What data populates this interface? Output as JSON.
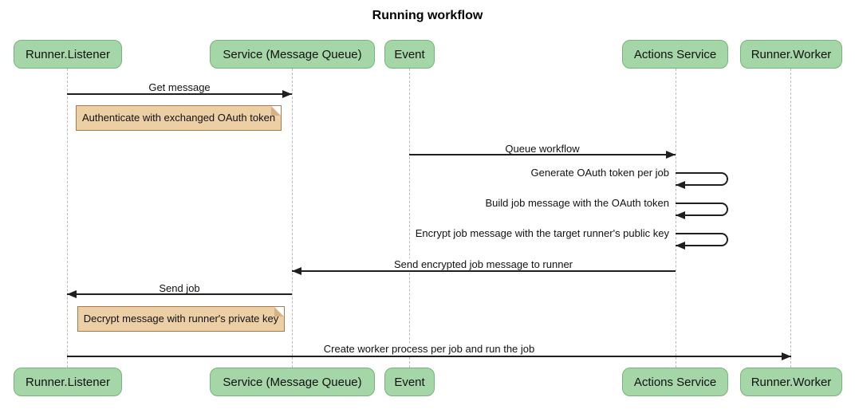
{
  "title": "Running workflow",
  "actors": [
    {
      "id": "runner-listener",
      "label": "Runner.Listener"
    },
    {
      "id": "service-message-queue",
      "label": "Service (Message Queue)"
    },
    {
      "id": "event",
      "label": "Event"
    },
    {
      "id": "actions-service",
      "label": "Actions Service"
    },
    {
      "id": "runner-worker",
      "label": "Runner.Worker"
    }
  ],
  "messages": [
    {
      "text": "Get message",
      "from": "Runner.Listener",
      "to": "Service (Message Queue)",
      "type": "arrow-right"
    },
    {
      "text": "Queue workflow",
      "from": "Event",
      "to": "Actions Service",
      "type": "arrow-right"
    },
    {
      "text": "Generate OAuth token per job",
      "from": "Actions Service",
      "to": "Actions Service",
      "type": "self-loop"
    },
    {
      "text": "Build job message with the OAuth token",
      "from": "Actions Service",
      "to": "Actions Service",
      "type": "self-loop"
    },
    {
      "text": "Encrypt job message with the target runner's public key",
      "from": "Actions Service",
      "to": "Actions Service",
      "type": "self-loop"
    },
    {
      "text": "Send encrypted job message to runner",
      "from": "Actions Service",
      "to": "Service (Message Queue)",
      "type": "arrow-left"
    },
    {
      "text": "Send job",
      "from": "Service (Message Queue)",
      "to": "Runner.Listener",
      "type": "arrow-left"
    },
    {
      "text": "Create worker process per job and run the job",
      "from": "Runner.Listener",
      "to": "Runner.Worker",
      "type": "arrow-right"
    }
  ],
  "notes": [
    {
      "text": "Authenticate with exchanged OAuth token",
      "over": "Runner.Listener"
    },
    {
      "text": "Decrypt message with runner's private key",
      "over": "Runner.Listener"
    }
  ],
  "colors": {
    "actor_fill": "#a5d6a7",
    "actor_border": "#75b478",
    "note_fill": "#edcfa6",
    "note_border": "#a7794b",
    "note_fold": "#d8b183",
    "lifeline": "#b9b9b9",
    "arrow": "#1f1f1f"
  }
}
